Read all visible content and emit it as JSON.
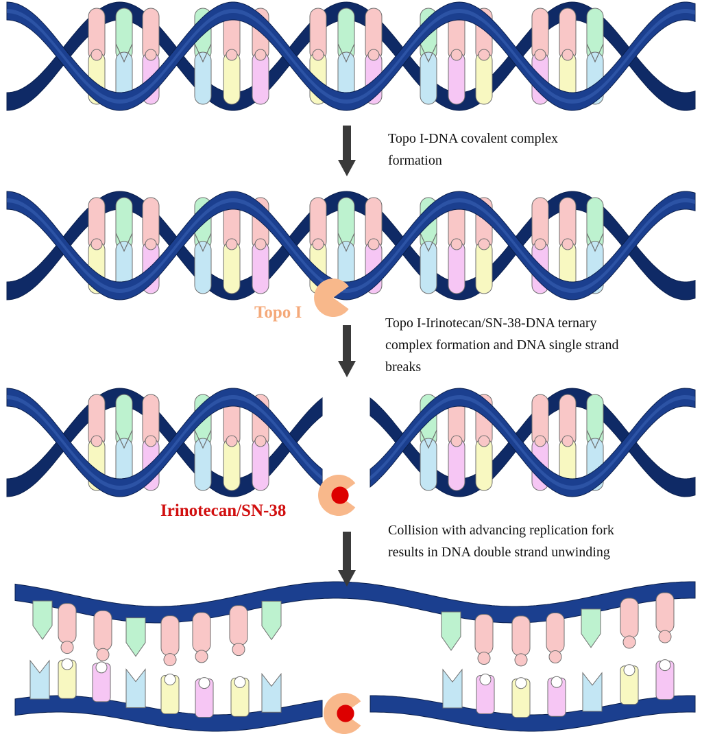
{
  "steps": [
    {
      "line1": "Topo I-DNA covalent complex",
      "line2": "formation",
      "line3": ""
    },
    {
      "line1": "Topo I-Irinotecan/SN-38-DNA ternary",
      "line2": "complex formation and DNA single strand",
      "line3": "breaks"
    },
    {
      "line1": "Collision with advancing replication fork",
      "line2": "results in DNA double strand unwinding",
      "line3": ""
    }
  ],
  "labels": {
    "topo": "Topo I",
    "drug": "Irinotecan/SN-38"
  },
  "colors": {
    "strand": "#1b3f8f",
    "strand_dark": "#0f2a66",
    "strand_light": "#3a64b8",
    "topo": "#f8b88b",
    "topo_label": "#f4a97a",
    "drug": "#dd0000",
    "drug_label": "#d10f0f",
    "arrow": "#3a3a3a",
    "base_pink": "#f9c7c7",
    "base_green": "#bdf2cf",
    "base_blue": "#c3e6f4",
    "base_yellow": "#f8f8c1",
    "base_violet": "#f6c6f4"
  }
}
